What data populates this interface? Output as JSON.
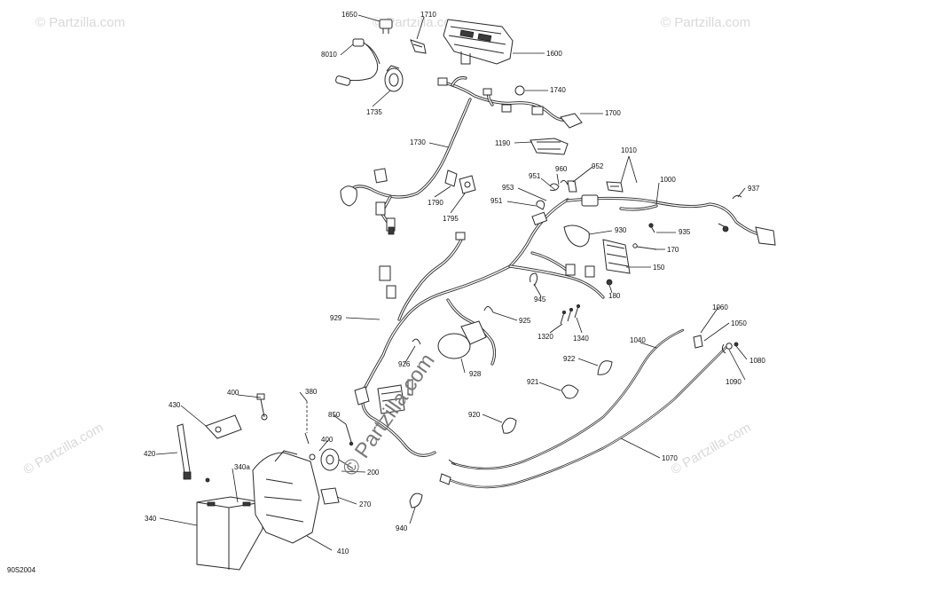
{
  "diagram_ref": "90S2004",
  "watermark": {
    "text": "© Partzilla.com",
    "main_text": "© Partzilla.com"
  },
  "callouts": {
    "c1650": "1650",
    "c1710": "1710",
    "c8010": "8010",
    "c1600": "1600",
    "c1735": "1735",
    "c1740": "1740",
    "c1700": "1700",
    "c1730": "1730",
    "c1190": "1190",
    "c1010": "1010",
    "c960": "960",
    "c952": "952",
    "c951a": "951",
    "c953": "953",
    "c951b": "951",
    "c1000": "1000",
    "c937": "937",
    "c1790": "1790",
    "c1795": "1795",
    "c930": "930",
    "c935": "935",
    "c170": "170",
    "c150": "150",
    "c180": "180",
    "c945": "945",
    "c929": "929",
    "c925": "925",
    "c1320": "1320",
    "c1340": "1340",
    "c1060": "1060",
    "c1050": "1050",
    "c1040": "1040",
    "c1080": "1080",
    "c1090": "1090",
    "c922": "922",
    "c926": "926",
    "c928": "928",
    "c921": "921",
    "c400a": "400",
    "c380": "380",
    "c430": "430",
    "c850": "850",
    "c920": "920",
    "c400b": "400",
    "c420": "420",
    "c340a": "340a",
    "c200": "200",
    "c1070": "1070",
    "c270": "270",
    "c340": "340",
    "c940": "940",
    "c410": "410"
  }
}
